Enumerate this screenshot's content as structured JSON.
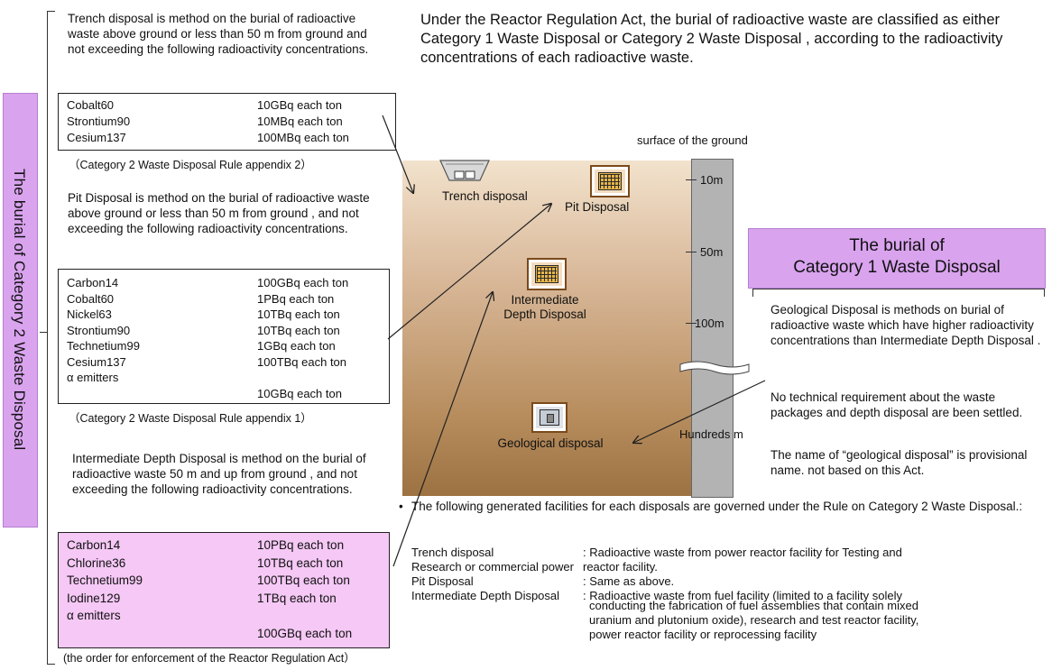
{
  "header_text": "Under  the Reactor Regulation Act, the burial of radioactive waste are classified as either Category 1 Waste Disposal  or Category 2 Waste Disposal , according to the radioactivity concentrations of each radioactive waste.",
  "category2": {
    "title": "The burial of Category 2 Waste Disposal",
    "trench": {
      "description": "Trench disposal is method on the burial of radioactive waste  above  ground or less than 50 m from ground and not exceeding the following radioactivity concentrations.",
      "table": [
        {
          "nuclide": "Cobalt60",
          "value": "10GBq each ton"
        },
        {
          "nuclide": "Strontium90",
          "value": "10MBq each ton"
        },
        {
          "nuclide": "Cesium137",
          "value": "100MBq each ton"
        }
      ],
      "note": "（Category 2 Waste Disposal Rule appendix 2）"
    },
    "pit": {
      "description": "Pit Disposal is method on the burial of radioactive waste  above  ground or less than 50 m from ground , and not exceeding the following radioactivity concentrations.",
      "table": [
        {
          "nuclide": "Carbon14",
          "value": "100GBq each ton"
        },
        {
          "nuclide": "Cobalt60",
          "value": "1PBq each ton"
        },
        {
          "nuclide": "Nickel63",
          "value": "10TBq each ton"
        },
        {
          "nuclide": "Strontium90",
          "value": "10TBq each ton"
        },
        {
          "nuclide": "Technetium99",
          "value": "1GBq each ton"
        },
        {
          "nuclide": "Cesium137",
          "value": "100TBq each ton"
        },
        {
          "nuclide": "α   emitters",
          "value": ""
        },
        {
          "nuclide": "",
          "value": "10GBq each ton"
        }
      ],
      "note": "（Category 2 Waste Disposal Rule appendix 1）"
    },
    "intermediate": {
      "description": "Intermediate Depth Disposal is method on the burial of radioactive waste  50 m and up from ground , and not exceeding the following radioactivity concentrations.",
      "table": [
        {
          "nuclide": "Carbon14",
          "value": "10PBq each ton"
        },
        {
          "nuclide": "Chlorine36",
          "value": "10TBq each ton"
        },
        {
          "nuclide": "Technetium99",
          "value": "100TBq each ton"
        },
        {
          "nuclide": "Iodine129",
          "value": "1TBq each ton"
        },
        {
          "nuclide": "α   emitters",
          "value": ""
        },
        {
          "nuclide": "",
          "value": "100GBq each ton"
        }
      ],
      "note": "(the order for enforcement of  the Reactor Regulation Act）"
    }
  },
  "diagram": {
    "surface_label": "surface of the ground",
    "depths": [
      "10m",
      "50m",
      "100m",
      "Hundreds m"
    ],
    "trench_label": "Trench disposal",
    "pit_label": "Pit Disposal",
    "intermediate_label": "Intermediate Depth Disposal",
    "geological_label": "Geological disposal"
  },
  "category1": {
    "title_line1": "The burial of",
    "title_line2": "Category 1 Waste  Disposal",
    "geological_desc": "Geological Disposal is methods on burial of radioactive waste which have higher radioactivity concentrations than Intermediate Depth Disposal .",
    "no_requirement": "No technical requirement about the waste packages and depth disposal are been settled.",
    "provisional": "The name of “geological disposal” is provisional name. not  based on this Act."
  },
  "facilities": {
    "intro": "The following  generated facilities for each disposals are governed under the Rule on Category 2 Waste Disposal.:",
    "rows": [
      {
        "label": "Trench disposal",
        "text": ": Radioactive waste from power reactor facility for Testing and"
      },
      {
        "label": "Research or commercial power",
        "text": "reactor facility."
      },
      {
        "label": "Pit Disposal",
        "text": ": Same as above."
      },
      {
        "label": "Intermediate Depth Disposal",
        "text": ": Radioactive waste from fuel facility (limited to a facility solely"
      }
    ],
    "continuation": [
      "conducting the fabrication of fuel assemblies that contain mixed",
      "uranium and plutonium oxide), research and test reactor facility,",
      "power reactor facility or reprocessing facility"
    ]
  }
}
